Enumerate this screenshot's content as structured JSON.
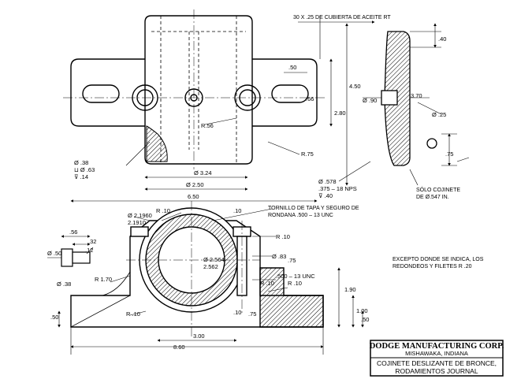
{
  "top_note": "30 X .25 DE CUBIERTA DE ACEITE RT",
  "top_view_dims": {
    "d50": ".50",
    "d66": ".66",
    "d450": "4.50",
    "d280": "2.80",
    "r56": "R.56",
    "r75": "R.75",
    "d324": "Ø 3.24",
    "d250": "Ø 2.50",
    "d650": "6.50",
    "hole_a": "Ø .38",
    "hole_b": "⊔ Ø .63",
    "hole_c": "⊽ .14",
    "fit_a": "Ø .578",
    "fit_b": ".375 – 18 NPS",
    "fit_c": "⊽ .40"
  },
  "side_view_dims": {
    "d40": ".40",
    "d90": "Ø .90",
    "d370": "3.70",
    "d25": "Ø .25",
    "d75": ".75",
    "bushing_note_1": "SÓLO COJINETE",
    "bushing_note_2": "DE Ø.547 IN."
  },
  "front_view_dims": {
    "bore_a": "Ø 2.1960",
    "bore_b": "2.1910",
    "r10_top": "R .10",
    "d10_top": ".10",
    "screw_note_1": "TORNILLO DE TAPA Y SEGURO DE",
    "screw_note_2": "RONDANA .500 – 13 UNC",
    "r10_right": "R .10",
    "d83": "Ø .83",
    "d75": ".75",
    "bush_a": "Ø 2.564",
    "bush_b": "2.562",
    "thread": ".500 – 13 UNC",
    "r10_a": "R .10",
    "r10_b": "R .10",
    "r170": "R 1.70",
    "r10_left": "R .10",
    "d10_bot": ".10",
    "d75_bot": ".75",
    "d300": "3.00",
    "d860": "8.60",
    "d50_left": ".50",
    "d190": "1.90",
    "d100": "1.00",
    "d50_right": ".50"
  },
  "pin_dims": {
    "d56": ".56",
    "d32": ".32",
    "d50": "Ø .50",
    "d12": ".12",
    "d38": "Ø .38"
  },
  "general_note_1": "EXCEPTO DONDE SE INDICA, LOS",
  "general_note_2": "REDONDEOS Y FILETES R .20",
  "title_block": {
    "company": "DODGE MANUFACTURING CORP.",
    "location": "MISHAWAKA, INDIANA",
    "desc_1": "COJINETE DESLIZANTE DE BRONCE,",
    "desc_2": "RODAMIENTOS JOURNAL"
  }
}
